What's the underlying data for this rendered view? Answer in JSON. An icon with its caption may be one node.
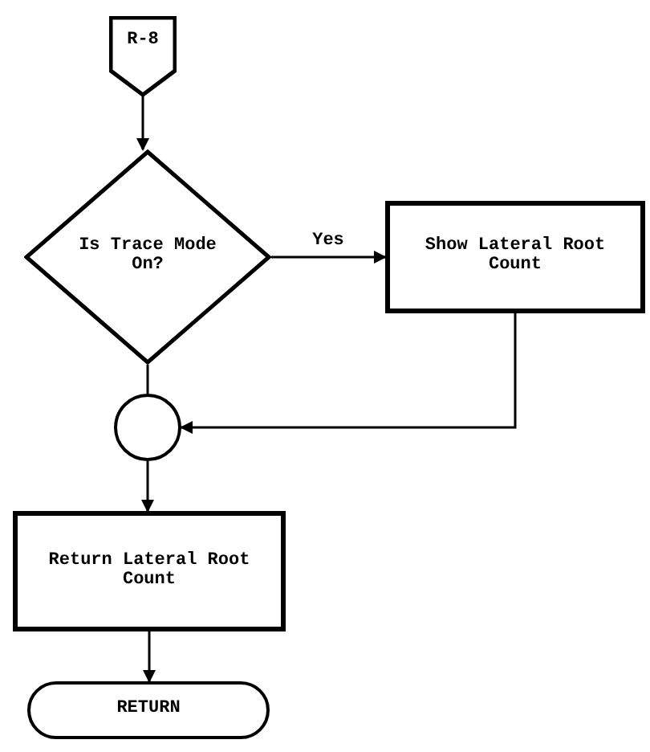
{
  "diagram": {
    "nodes": [
      {
        "text": [
          "R-8"
        ]
      },
      {
        "text": [
          "Is Trace Mode On?"
        ]
      },
      {
        "text": [
          "Show Lateral Root Count"
        ]
      },
      {
        "text": [],
        "shape": "circle"
      },
      {
        "text": [
          "Return Lateral Root Count"
        ]
      },
      {
        "text": [
          "RETURN"
        ]
      }
    ],
    "edges": [
      {
        "from": 0,
        "to": 1,
        "arrow": "to"
      },
      {
        "from": 1,
        "to": 2,
        "arrow": "to",
        "label": "Yes"
      },
      {
        "from": 1,
        "to": 3,
        "arrow": "none"
      },
      {
        "from": 2,
        "to": 3,
        "arrow": "to"
      },
      {
        "from": 3,
        "to": 4,
        "arrow": "to"
      },
      {
        "from": 4,
        "to": 5,
        "arrow": "to"
      }
    ]
  }
}
